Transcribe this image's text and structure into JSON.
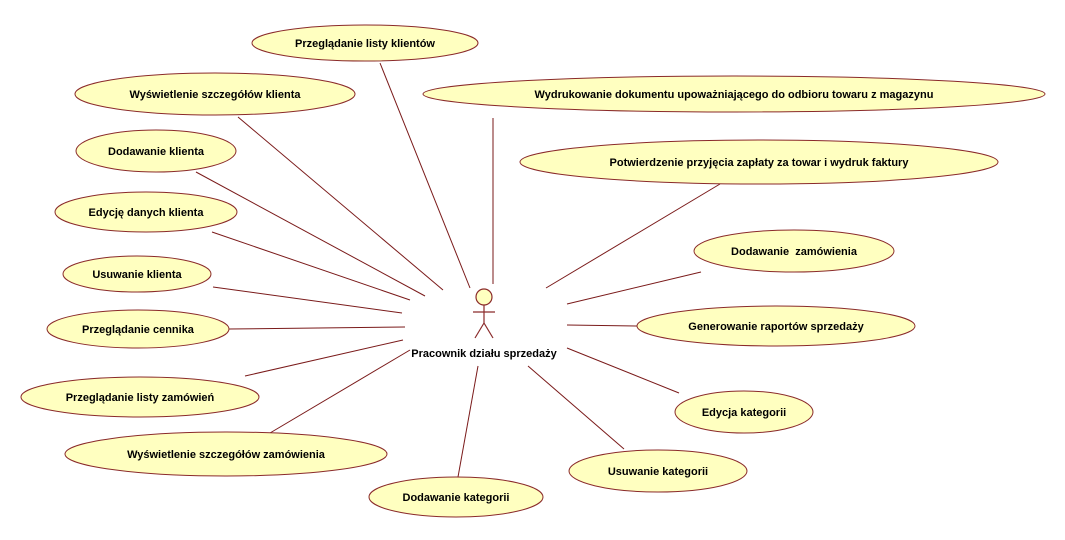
{
  "actor": {
    "name": "Pracownik działu sprzedaży"
  },
  "use_cases": [
    "Przeglądanie listy klientów",
    "Wyświetlenie szczegółów klienta",
    "Dodawanie klienta",
    "Edycję danych klienta",
    "Usuwanie klienta",
    "Przeglądanie cennika",
    "Przeglądanie listy zamówień",
    "Wyświetlenie szczegółów zamówienia",
    "Dodawanie kategorii",
    "Wydrukowanie dokumentu upoważniającego do odbioru towaru z magazynu",
    "Potwierdzenie przyjęcia zapłaty za towar i wydruk faktury",
    "Dodawanie  zamówienia",
    "Generowanie raportów sprzedaży",
    "Edycja kategorii",
    "Usuwanie kategorii"
  ],
  "colors": {
    "ellipse_fill": "#ffffc0",
    "line": "#7a1a1a"
  }
}
